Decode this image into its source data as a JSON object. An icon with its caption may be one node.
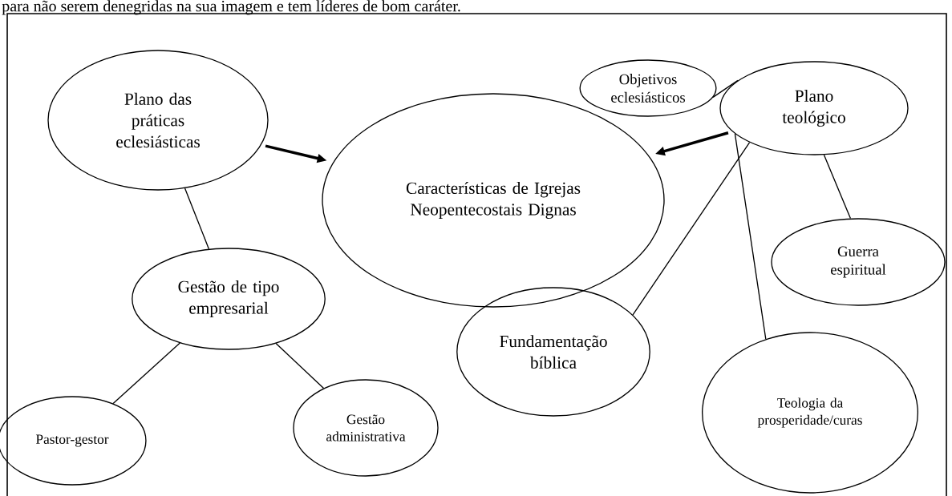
{
  "diagram": {
    "nodes": [
      {
        "text": [
          "Objetivos eclesiásticos"
        ]
      },
      {
        "text": [
          "Plano teológico"
        ]
      },
      {
        "text": [
          "Plano das práticas eclesiásticas"
        ]
      },
      {
        "text": [
          "Características de Igrejas Neopentecostais Dignas"
        ]
      },
      {
        "text": [
          "Guerra espiritual"
        ]
      },
      {
        "text": [
          "Gestão de tipo empresarial"
        ]
      },
      {
        "text": [
          "Fundamentação bíblica"
        ]
      },
      {
        "text": [
          "Pastor-gestor"
        ]
      },
      {
        "text": [
          "Gestão administrativa"
        ]
      },
      {
        "text": [
          "Teologia da prosperidade/curas"
        ]
      }
    ],
    "edges": [
      {
        "from": 0,
        "to": 1,
        "arrow": "none"
      },
      {
        "from": 1,
        "to": 3,
        "arrow": "to",
        "style": "thick"
      },
      {
        "from": 2,
        "to": 3,
        "arrow": "to",
        "style": "thick"
      },
      {
        "from": 2,
        "to": 5,
        "arrow": "none"
      },
      {
        "from": 1,
        "to": 6,
        "arrow": "none"
      },
      {
        "from": 1,
        "to": 9,
        "arrow": "none"
      },
      {
        "from": 1,
        "to": 4,
        "arrow": "none"
      },
      {
        "from": 5,
        "to": 7,
        "arrow": "none"
      },
      {
        "from": 5,
        "to": 8,
        "arrow": "none"
      }
    ],
    "labels": [
      "para não serem denegridas na sua imagem e tem líderes de bom caráter."
    ]
  }
}
